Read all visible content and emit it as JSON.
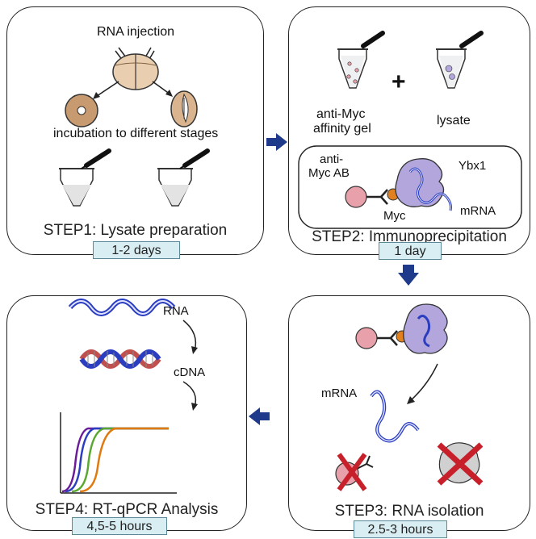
{
  "step1": {
    "title": "STEP1: Lysate  preparation",
    "duration": "1-2 days",
    "label_injection": "RNA injection",
    "label_incubation": "incubation to different stages"
  },
  "step2": {
    "title": "STEP2: Immunoprecipitation",
    "duration": "1 day",
    "label_gel": "anti-Myc affinity gel",
    "label_gel_line1": "anti-Myc",
    "label_gel_line2": "affinity gel",
    "label_plus": "+",
    "label_lysate": "lysate",
    "label_ab_line1": "anti-",
    "label_ab_line2": "Myc AB",
    "label_ybx1": "Ybx1",
    "label_myc": "Myc",
    "label_mrna": "mRNA"
  },
  "step3": {
    "title": "STEP3: RNA isolation",
    "duration": "2.5-3 hours",
    "label_mrna": "mRNA"
  },
  "step4": {
    "title": "STEP4: RT-qPCR Analysis",
    "duration": "4,5-5 hours",
    "label_rna": "RNA",
    "label_cdna": "cDNA"
  },
  "colors": {
    "arrow": "#1f3a8a",
    "bead": "#e8a0aa",
    "protein": "#b3a6dc",
    "myc_tag": "#e0801e",
    "cross": "#c8202a",
    "duration_bg": "#d9eef3",
    "curve_purple": "#6a1b9a",
    "curve_blue": "#2b3ec0",
    "curve_green": "#5aa832",
    "curve_orange": "#e07a10"
  }
}
